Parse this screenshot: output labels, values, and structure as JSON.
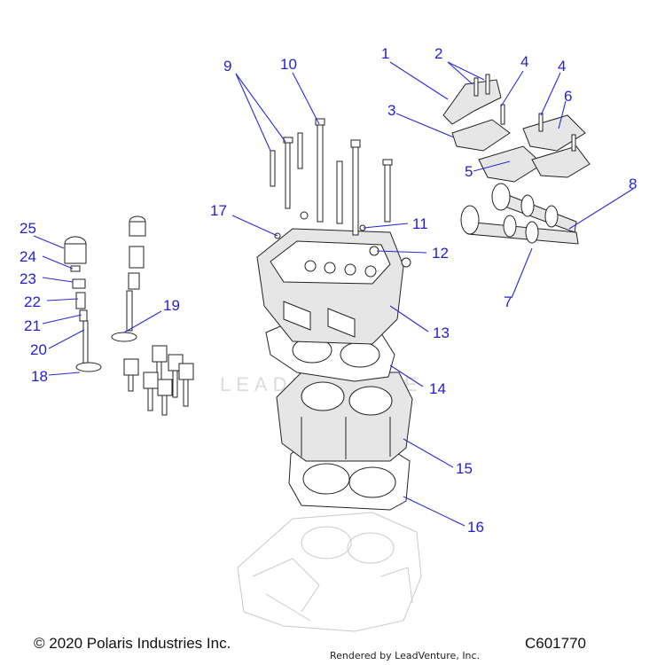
{
  "diagram": {
    "watermark": "LEADVENTURE",
    "callouts": [
      "1",
      "2",
      "3",
      "4",
      "4",
      "5",
      "6",
      "7",
      "8",
      "9",
      "10",
      "11",
      "12",
      "13",
      "14",
      "15",
      "16",
      "17",
      "18",
      "19",
      "20",
      "21",
      "22",
      "23",
      "24",
      "25"
    ]
  },
  "footer": {
    "copyright": "© 2020 Polaris Industries Inc.",
    "diagram_code": "C601770",
    "rendered_by": "Rendered by LeadVenture, Inc."
  },
  "colors": {
    "callout": "#1f1fd6",
    "line_art": "#222222",
    "ghost_art": "#c9c9c9"
  }
}
